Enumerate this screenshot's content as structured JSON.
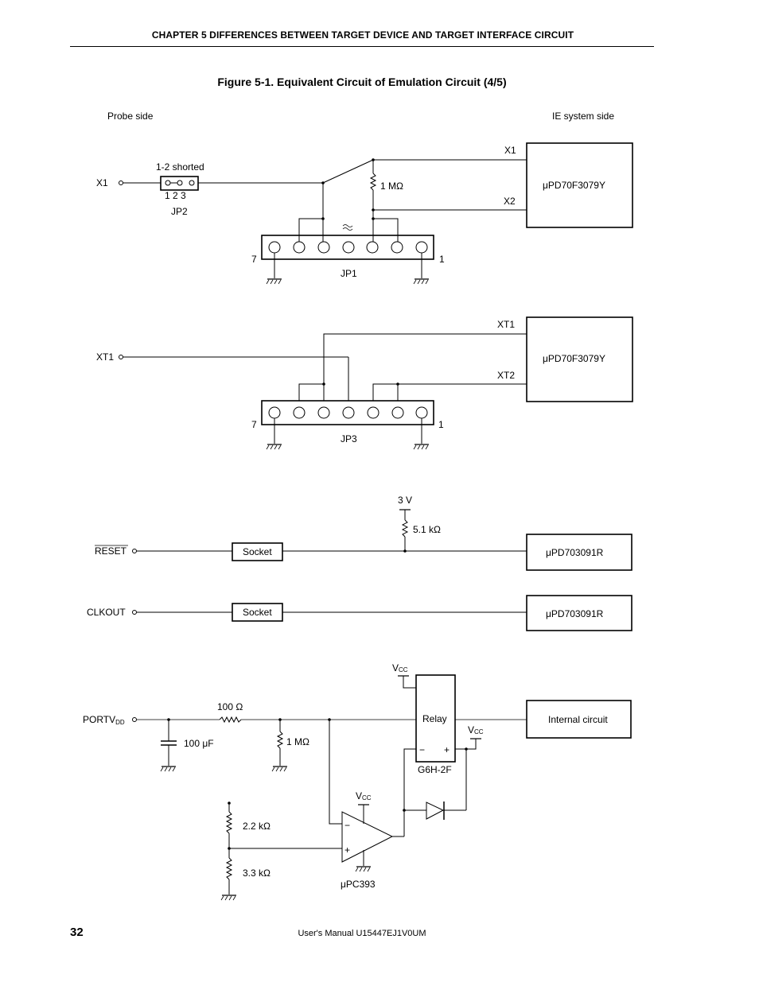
{
  "header": {
    "chapter": "CHAPTER  5    DIFFERENCES BETWEEN TARGET DEVICE AND TARGET INTERFACE CIRCUIT"
  },
  "figure": {
    "title": "Figure 5-1.  Equivalent Circuit of Emulation Circuit (4/5)"
  },
  "sides": {
    "probe": "Probe side",
    "ie": "IE system side"
  },
  "c1": {
    "x1_in": "X1",
    "shorted": "1-2 shorted",
    "jp2_pins": "1   2   3",
    "jp2": "JP2",
    "res": "1  MΩ",
    "x1_out": "X1",
    "x2_out": "X2",
    "chip": "μPD70F3079Y",
    "pin7": "7",
    "pin1": "1",
    "jp1": "JP1"
  },
  "c2": {
    "xt1_in": "XT1",
    "xt1_out": "XT1",
    "xt2_out": "XT2",
    "chip": "μPD70F3079Y",
    "pin7": "7",
    "pin1": "1",
    "jp3": "JP3"
  },
  "c3": {
    "reset": "RESET",
    "socket": "Socket",
    "v3": "3 V",
    "res": "5.1 kΩ",
    "chip": "μPD703091R"
  },
  "c4": {
    "clkout": "CLKOUT",
    "socket": "Socket",
    "chip": "μPD703091R"
  },
  "c5": {
    "port_main": "PORTV",
    "port_sub": "DD",
    "r100": "100 Ω",
    "c100": "100 μF",
    "r1m": "1 MΩ",
    "vcc_main": "V",
    "vcc_sub": "CC",
    "relay": "Relay",
    "relay_model": "G6H-2F",
    "minus": "−",
    "plus": "+",
    "internal": "Internal circuit",
    "r22": "2.2 kΩ",
    "r33": "3.3 kΩ",
    "comparator": "μPC393"
  },
  "footer": {
    "page": "32",
    "manual": "User's Manual  U15447EJ1V0UM"
  }
}
